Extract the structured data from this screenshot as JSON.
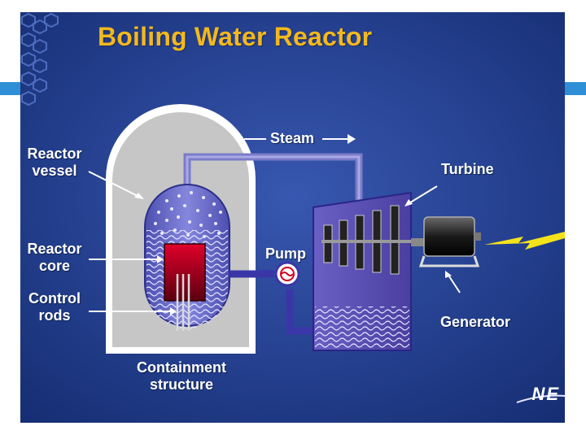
{
  "title": "Boiling Water Reactor",
  "labels": {
    "reactor_vessel": [
      "Reactor",
      "vessel"
    ],
    "reactor_core": [
      "Reactor",
      "core"
    ],
    "control_rods": [
      "Control",
      "rods"
    ],
    "containment": [
      "Containment",
      "structure"
    ],
    "steam": "Steam",
    "pump": "Pump",
    "turbine": "Turbine",
    "generator": "Generator"
  },
  "logo_text": "NE",
  "colors": {
    "background": "#1b3d8a",
    "title": "#f2b81e",
    "accent_stripe": "#2e8ed6",
    "containment": "#c9c9c9",
    "vessel": "#6b6fc9",
    "core": "#b3001c",
    "pipe": "#6e6fc2",
    "lightning": "#f5e31a"
  }
}
